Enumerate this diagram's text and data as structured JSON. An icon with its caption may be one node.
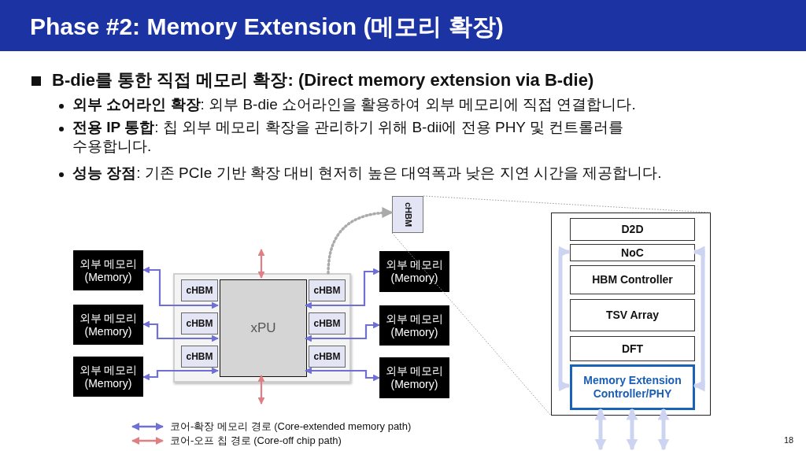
{
  "diagram": {
    "title": "Phase #2: Memory Extension (메모리 확장)",
    "nodes": [
      {
        "text": [
          "외부 메모리 (Memory)"
        ]
      },
      {
        "text": [
          "외부 메모리 (Memory)"
        ]
      },
      {
        "text": [
          "외부 메모리 (Memory)"
        ]
      },
      {
        "text": [],
        "shape": "box"
      },
      {
        "text": [
          "cHBM"
        ],
        "in": 3
      },
      {
        "text": [
          "cHBM"
        ],
        "in": 3
      },
      {
        "text": [
          "cHBM"
        ],
        "in": 3
      },
      {
        "text": [
          "xPU"
        ],
        "in": 3
      },
      {
        "text": [
          "cHBM"
        ],
        "in": 3
      },
      {
        "text": [
          "cHBM"
        ],
        "in": 3
      },
      {
        "text": [
          "cHBM"
        ],
        "in": 3
      },
      {
        "text": [
          "cHBM"
        ]
      },
      {
        "text": [
          "외부 메모리 (Memory)"
        ]
      },
      {
        "text": [
          "외부 메모리 (Memory)"
        ]
      },
      {
        "text": [
          "외부 메모리 (Memory)"
        ]
      },
      {
        "text": [],
        "shape": "box"
      },
      {
        "text": [
          "D2D"
        ],
        "in": 15
      },
      {
        "text": [
          "NoC"
        ],
        "in": 15
      },
      {
        "text": [
          "HBM Controller"
        ],
        "in": 15
      },
      {
        "text": [
          "TSV Array"
        ],
        "in": 15
      },
      {
        "text": [
          "DFT"
        ],
        "in": 15
      },
      {
        "text": [
          "Memory Extension Controller/PHY"
        ],
        "in": 15
      }
    ],
    "edges": [
      {
        "from": 0,
        "to": 7,
        "arrow": "both"
      },
      {
        "from": 1,
        "to": 7,
        "arrow": "both"
      },
      {
        "from": 2,
        "to": 7,
        "arrow": "both"
      },
      {
        "from": 7,
        "to": 12,
        "arrow": "both"
      },
      {
        "from": 7,
        "to": 13,
        "arrow": "both"
      },
      {
        "from": 7,
        "to": 14,
        "arrow": "both"
      },
      {
        "from": 7,
        "to": null,
        "arrow": "both",
        "color": "#e07f82"
      },
      {
        "from": 7,
        "to": null,
        "arrow": "both",
        "color": "#e07f82"
      },
      {
        "from": 3,
        "to": 11,
        "arrow": "to",
        "style": "dashed",
        "color": "#aaaaaa"
      },
      {
        "from": 11,
        "to": 15,
        "arrow": "none",
        "style": "dashed",
        "color": "#999999"
      },
      {
        "from": 11,
        "to": 15,
        "arrow": "none",
        "style": "dashed",
        "color": "#999999"
      },
      {
        "from": 17,
        "to": 21,
        "arrow": "both",
        "style": "thick",
        "color": "#cdd4f2"
      },
      {
        "from": 17,
        "to": 21,
        "arrow": "both",
        "style": "thick",
        "color": "#cdd4f2"
      },
      {
        "from": 21,
        "to": null,
        "arrow": "both",
        "style": "thick",
        "color": "#cdd4f2"
      },
      {
        "from": 21,
        "to": null,
        "arrow": "both",
        "style": "thick",
        "color": "#cdd4f2"
      },
      {
        "from": 21,
        "to": null,
        "arrow": "both",
        "style": "thick",
        "color": "#cdd4f2"
      }
    ],
    "labels": [
      "B-die를 통한 직접 메모리 확장: (Direct memory extension via B-die)",
      "**외부 쇼어라인 확장**: 외부 B-die 쇼어라인을 활용하여 외부 메모리에 직접 연결합니다.",
      "**전용 IP 통합**: 칩 외부 메모리 확장을 관리하기 위해 B-dii에 전용 PHY 및 컨트롤러를 수용합니다.",
      "**성능 장점**: 기존 PCIe 기반 확장 대비 현저히 높은 대역폭과 낮은 지연 시간을 제공합니다.",
      "18"
    ],
    "legend": [
      {
        "text": "코어-확장 메모리 경로 (Core-extended memory path)"
      },
      {
        "text": "코어-오프 칩 경로 (Core-off chip path)"
      }
    ]
  }
}
